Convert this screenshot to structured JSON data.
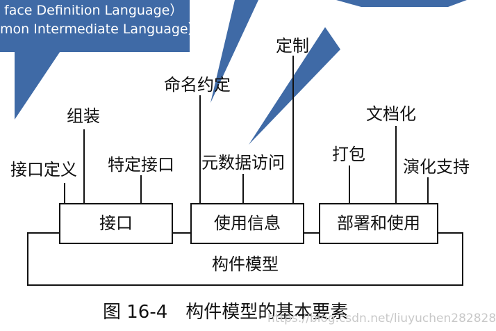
{
  "callout_lines": [
    "face Definition Language）",
    "mon Intermediate Language）"
  ],
  "labels": {
    "interface_def": "接口定义",
    "assembly": "组装",
    "specific_interface": "特定接口",
    "naming": "命名约定",
    "metadata_access": "元数据访问",
    "customization": "定制",
    "packaging": "打包",
    "documentation": "文档化",
    "evolution": "演化支持"
  },
  "boxes": {
    "interface": "接口",
    "usage_info": "使用信息",
    "deployment": "部署和使用",
    "component_model": "构件模型"
  },
  "caption": "图 16-4　构件模型的基本要素",
  "watermark": "https://blog.csdn.net/liuyuchen282828",
  "colors": {
    "callout": "#3f6aa6",
    "line": "#111111"
  }
}
